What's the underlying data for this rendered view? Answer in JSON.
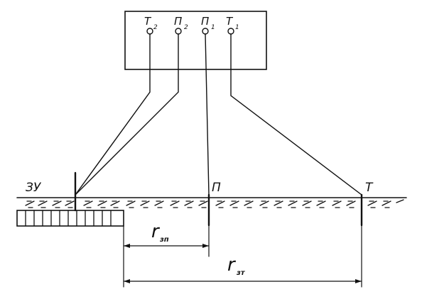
{
  "meter": {
    "terminals": [
      {
        "letter": "Т",
        "sub": "2"
      },
      {
        "letter": "П",
        "sub": "2"
      },
      {
        "letter": "П",
        "sub": "1"
      },
      {
        "letter": "Т",
        "sub": "1"
      }
    ]
  },
  "ground_labels": {
    "grounding_device": "ЗУ",
    "potential_electrode": "П",
    "current_electrode": "Т"
  },
  "dimensions": {
    "r_potential": {
      "r": "r",
      "sub": "зп"
    },
    "r_current": {
      "r": "r",
      "sub": "зт"
    }
  }
}
